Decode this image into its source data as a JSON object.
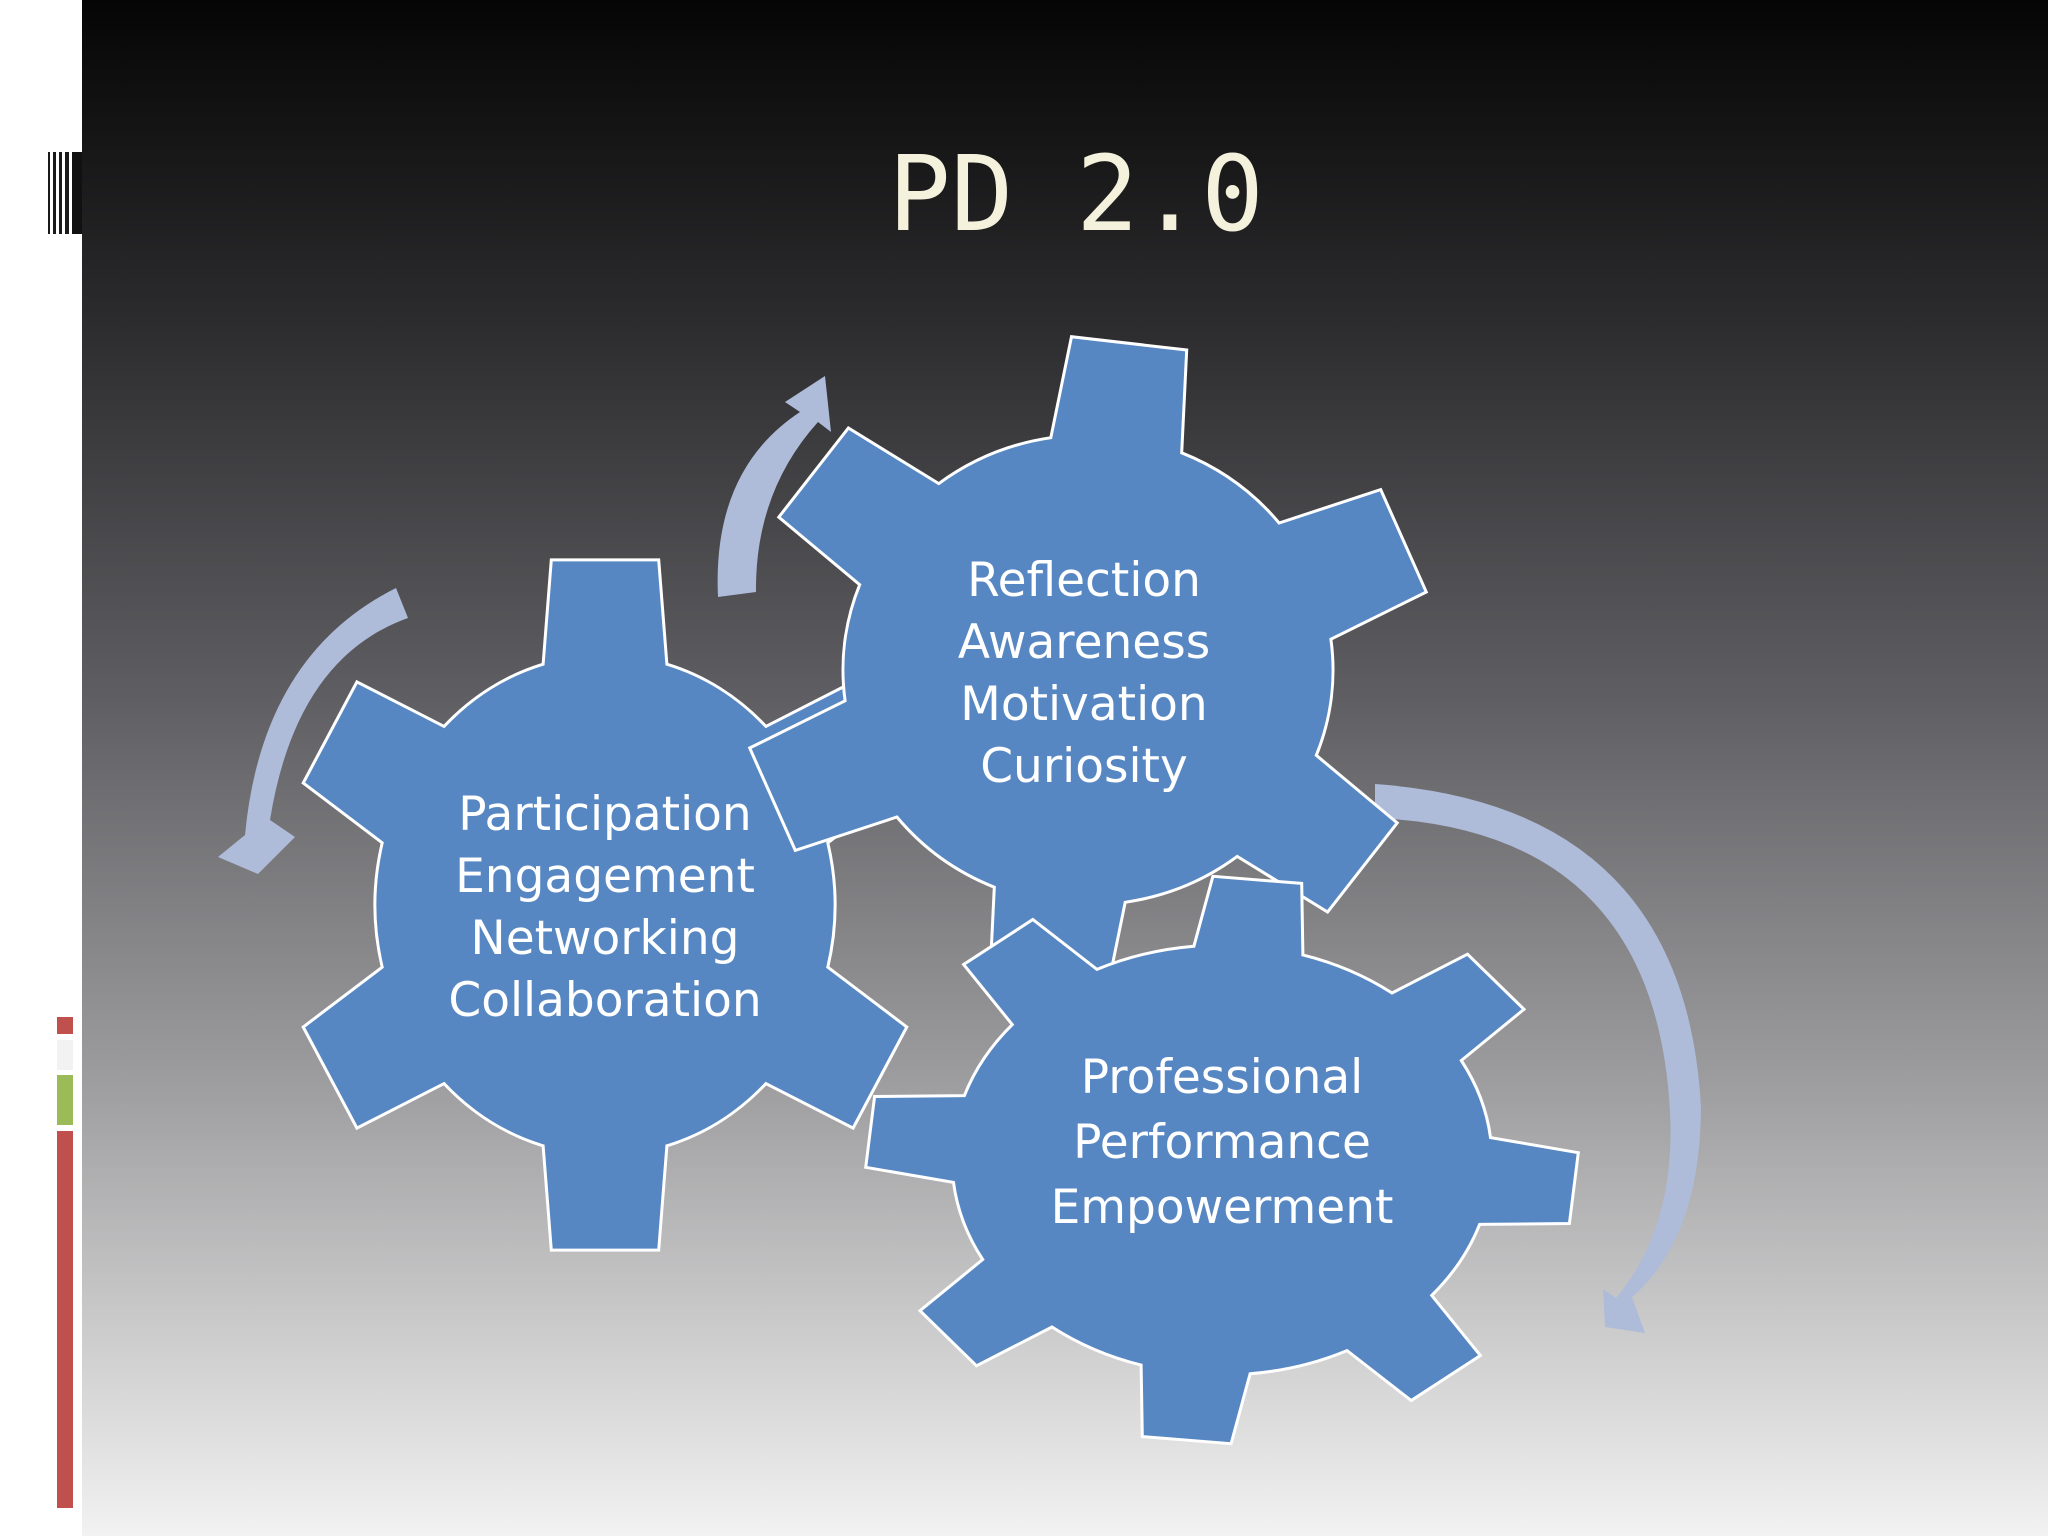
{
  "slide": {
    "title": "PD 2.0"
  },
  "gears": [
    {
      "name": "gear-participation",
      "lines": [
        "Participation",
        "Engagement",
        "Networking",
        "Collaboration"
      ]
    },
    {
      "name": "gear-reflection",
      "lines": [
        "Reflection",
        "Awareness",
        "Motivation",
        "Curiosity"
      ]
    },
    {
      "name": "gear-professional",
      "lines": [
        "Professional",
        "Performance",
        "Empowerment"
      ]
    }
  ],
  "colors": {
    "background_top": "#050505",
    "background_bottom": "#f2f2f2",
    "gear_fill": "#5787c2",
    "gear_stroke": "#ffffff",
    "arrow": "#aebcd9",
    "title": "#f4f1dc",
    "accent_red": "#c0504d",
    "accent_green": "#9bbb59"
  }
}
